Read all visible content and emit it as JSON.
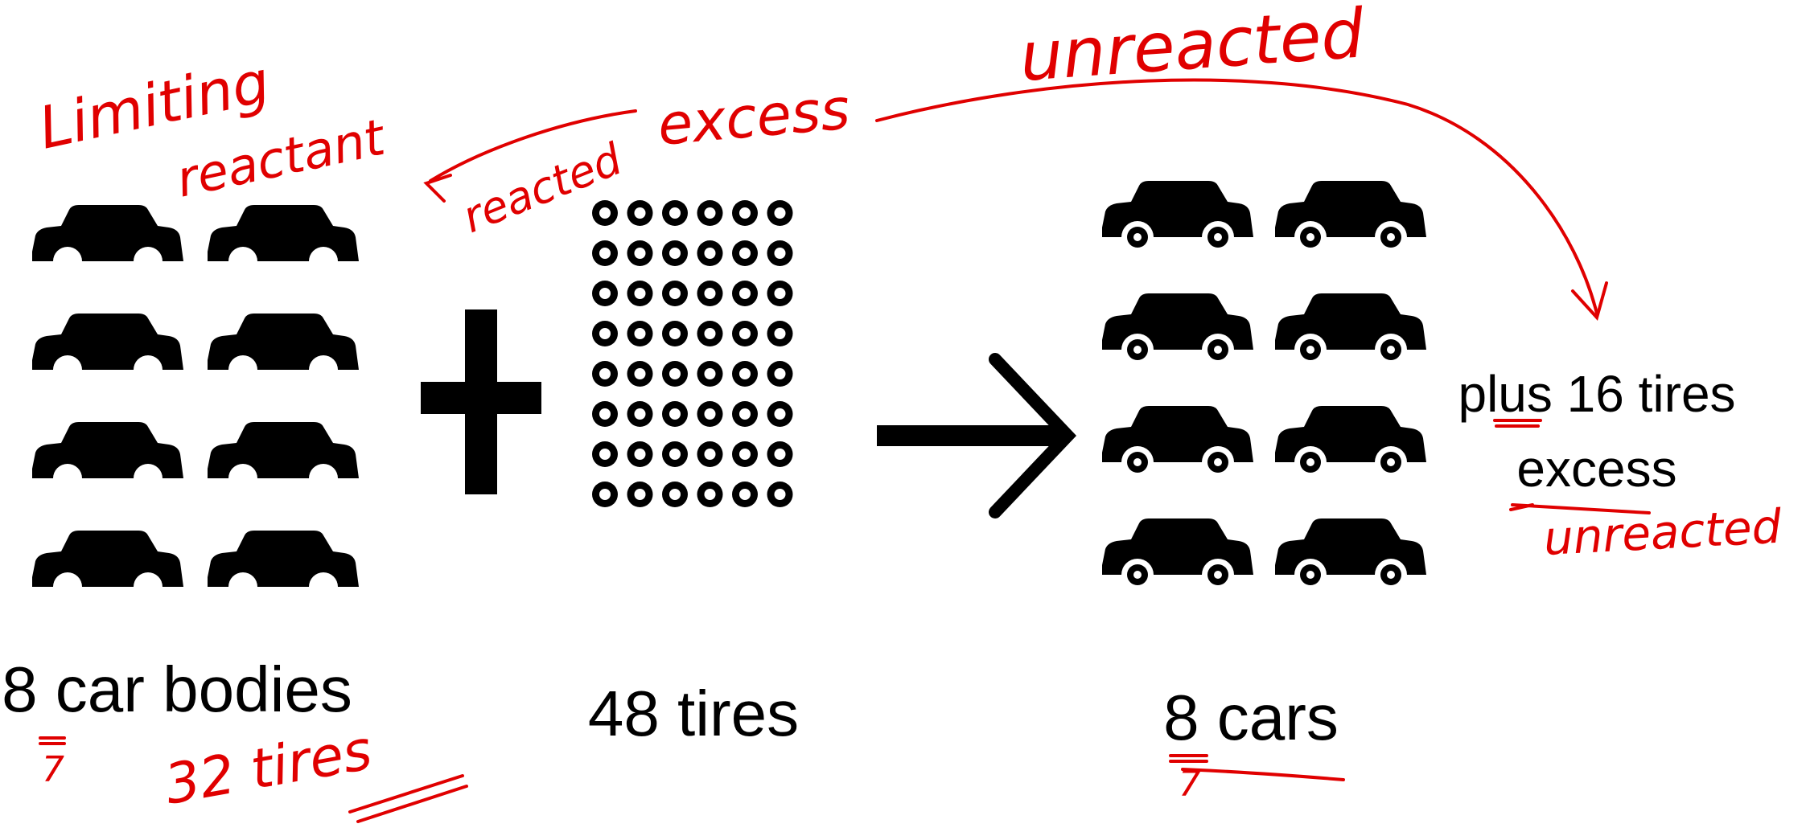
{
  "colors": {
    "ink": "#000000",
    "annotation": "#e00000",
    "background": "#ffffff"
  },
  "reactant_bodies": {
    "count": 8,
    "label": "8 car bodies",
    "icon": "car-body-icon"
  },
  "operator": {
    "symbol": "+",
    "icon": "plus-icon"
  },
  "reactant_tires": {
    "rows": 8,
    "cols": 6,
    "label": "48 tires",
    "icon": "tire-icon"
  },
  "reaction_arrow": {
    "icon": "arrow-right-icon"
  },
  "product_cars": {
    "count": 8,
    "label": "8 cars",
    "icon": "car-icon"
  },
  "leftover": {
    "line1": "plus 16 tires",
    "line2": "excess"
  },
  "annotations": {
    "limiting_line1": "Limiting",
    "limiting_line2": "reactant",
    "reacted": "reacted",
    "excess": "excess",
    "unreacted_top": "unreacted",
    "unreacted_side": "unreacted",
    "tires_needed": "32 tires",
    "seven_mark_bodies": "7",
    "seven_mark_cars": "7"
  }
}
